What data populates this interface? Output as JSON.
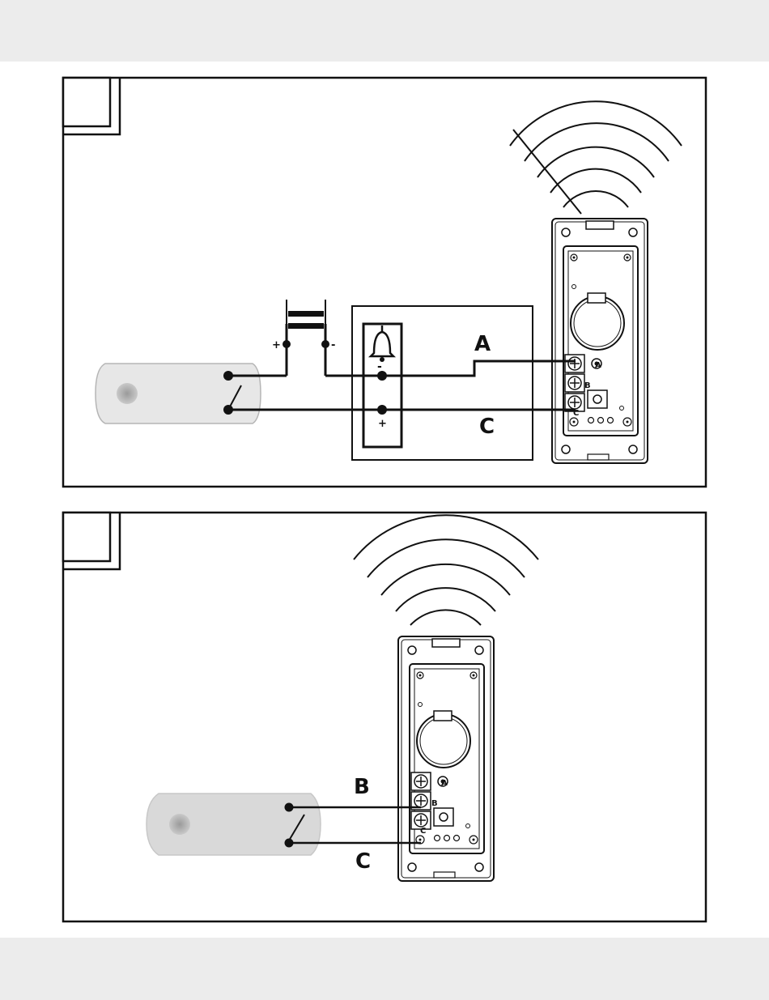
{
  "figure_1": {
    "wire_labels": {
      "top": "A",
      "bottom": "C"
    },
    "transformer_polarity": {
      "left": "+",
      "right": "-"
    },
    "chime_polarity": {
      "top": "-",
      "bottom": "+"
    }
  },
  "figure_2": {
    "wire_labels": {
      "top": "B",
      "bottom": "C"
    }
  },
  "transmitter_terminal_marks": [
    "A",
    "B",
    "C"
  ]
}
